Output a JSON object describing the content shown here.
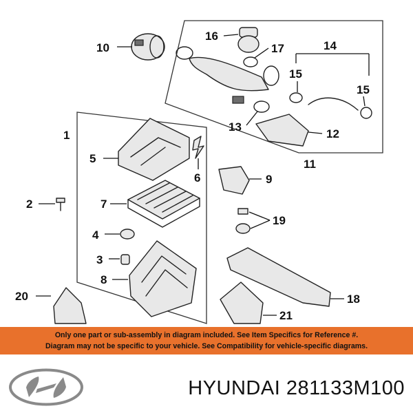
{
  "callouts": [
    "1",
    "2",
    "3",
    "4",
    "5",
    "6",
    "7",
    "8",
    "9",
    "10",
    "11",
    "12",
    "13",
    "14",
    "15",
    "15",
    "16",
    "17",
    "18",
    "19",
    "20",
    "21"
  ],
  "disclaimer": {
    "line1": "Only one part or sub-assembly in diagram included. See Item Specifics for Reference #.",
    "line2": "Diagram may not be specific to your vehicle. See Compatibility for vehicle-specific diagrams."
  },
  "footer": {
    "brand": "HYUNDAI",
    "part_number": "281133M100",
    "logo_icon": "hyundai-logo-icon"
  },
  "colors": {
    "banner": "#e8712c",
    "text": "#111111"
  }
}
